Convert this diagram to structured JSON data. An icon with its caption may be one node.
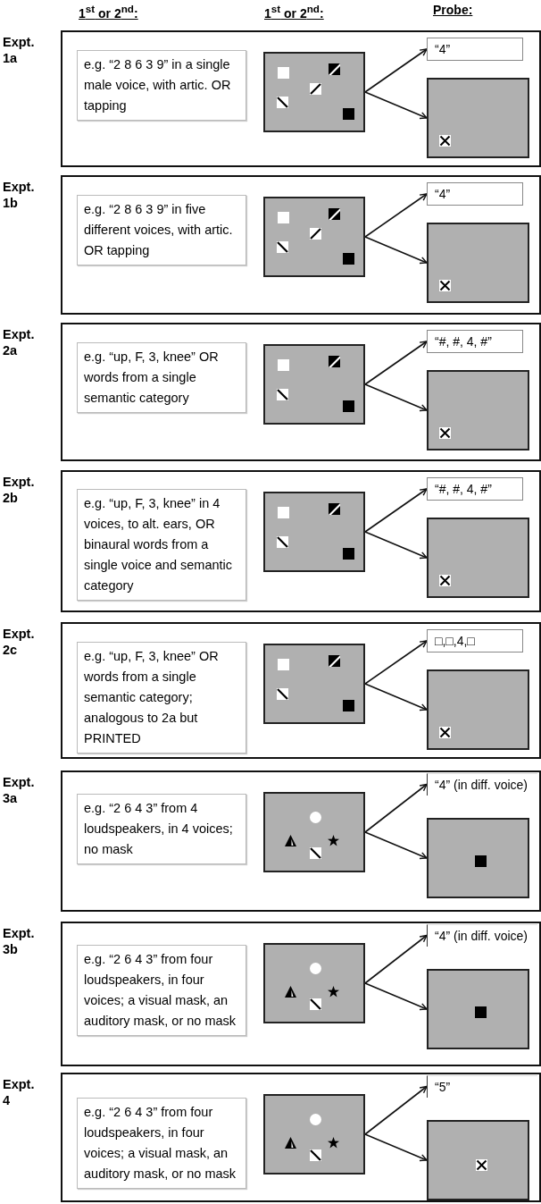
{
  "diagram": {
    "nodes": [
      {
        "text": [
          "Expt. 1a"
        ]
      },
      {
        "text": [
          "e.g. “2 8 6 3 9” in a single male voice, with artic. OR tapping"
        ],
        "in": 0
      },
      {
        "text": [],
        "shape": "box",
        "in": 0
      },
      {
        "text": [
          "“4”"
        ],
        "in": 0
      },
      {
        "text": [],
        "shape": "box",
        "in": 0
      },
      {
        "text": [
          "Expt. 1b"
        ]
      },
      {
        "text": [
          "e.g. “2 8 6 3 9” in five different voices, with artic. OR tapping"
        ],
        "in": 5
      },
      {
        "text": [],
        "shape": "box",
        "in": 5
      },
      {
        "text": [
          "“4”"
        ],
        "in": 5
      },
      {
        "text": [],
        "shape": "box",
        "in": 5
      },
      {
        "text": [
          "Expt. 2a"
        ]
      },
      {
        "text": [
          "e.g. “up, F, 3, knee” OR words from a single semantic category"
        ],
        "in": 10
      },
      {
        "text": [],
        "shape": "box",
        "in": 10
      },
      {
        "text": [
          "“#, #, 4, #”"
        ],
        "in": 10
      },
      {
        "text": [],
        "shape": "box",
        "in": 10
      },
      {
        "text": [
          "Expt. 2b"
        ]
      },
      {
        "text": [
          "e.g. “up, F, 3, knee” in 4 voices, to alt. ears, OR binaural words from a single voice and semantic category"
        ],
        "in": 15
      },
      {
        "text": [],
        "shape": "box",
        "in": 15
      },
      {
        "text": [
          "“#, #, 4, #”"
        ],
        "in": 15
      },
      {
        "text": [],
        "shape": "box",
        "in": 15
      },
      {
        "text": [
          "Expt. 2c"
        ]
      },
      {
        "text": [
          "e.g. “up, F, 3, knee” OR words from a single semantic category; analogous to 2a but PRINTED"
        ],
        "in": 20
      },
      {
        "text": [],
        "shape": "box",
        "in": 20
      },
      {
        "text": [
          "□,□,4,□"
        ],
        "in": 20
      },
      {
        "text": [],
        "shape": "box",
        "in": 20
      },
      {
        "text": [
          "Expt. 3a"
        ]
      },
      {
        "text": [
          "e.g. “2 6 4 3” from 4 loudspeakers, in 4 voices; no mask"
        ],
        "in": 25
      },
      {
        "text": [],
        "shape": "box",
        "in": 25
      },
      {
        "text": [
          "“4” (in diff. voice)"
        ],
        "in": 25
      },
      {
        "text": [],
        "shape": "box",
        "in": 25
      },
      {
        "text": [
          "Expt. 3b"
        ]
      },
      {
        "text": [
          "e.g. “2 6 4 3” from four loudspeakers, in four voices; a visual mask, an auditory mask, or no mask"
        ],
        "in": 30
      },
      {
        "text": [],
        "shape": "box",
        "in": 30
      },
      {
        "text": [
          "“4” (in diff. voice)"
        ],
        "in": 30
      },
      {
        "text": [],
        "shape": "box",
        "in": 30
      },
      {
        "text": [
          "Expt. 4"
        ]
      },
      {
        "text": [
          "e.g. “2 6 4 3” from four loudspeakers, in four voices; a visual mask, an auditory mask, or no mask"
        ],
        "in": 35
      },
      {
        "text": [],
        "shape": "box",
        "in": 35
      },
      {
        "text": [
          "“5”"
        ],
        "in": 35
      },
      {
        "text": [],
        "shape": "box",
        "in": 35
      }
    ],
    "edges": [
      {
        "from": 2,
        "to": 3,
        "arrow": "to"
      },
      {
        "from": 2,
        "to": 4,
        "arrow": "to"
      },
      {
        "from": 7,
        "to": 8,
        "arrow": "to"
      },
      {
        "from": 7,
        "to": 9,
        "arrow": "to"
      },
      {
        "from": 12,
        "to": 13,
        "arrow": "to"
      },
      {
        "from": 12,
        "to": 14,
        "arrow": "to"
      },
      {
        "from": 17,
        "to": 18,
        "arrow": "to"
      },
      {
        "from": 17,
        "to": 19,
        "arrow": "to"
      },
      {
        "from": 22,
        "to": 23,
        "arrow": "to"
      },
      {
        "from": 22,
        "to": 24,
        "arrow": "to"
      },
      {
        "from": 27,
        "to": 28,
        "arrow": "to"
      },
      {
        "from": 27,
        "to": 29,
        "arrow": "to"
      },
      {
        "from": 32,
        "to": 33,
        "arrow": "to"
      },
      {
        "from": 32,
        "to": 34,
        "arrow": "to"
      },
      {
        "from": 37,
        "to": 38,
        "arrow": "to"
      },
      {
        "from": 37,
        "to": 39,
        "arrow": "to"
      }
    ],
    "labels": [
      "1$^{st}$ or 2$^{nd}$:",
      "1$^{st}$ or 2$^{nd}$:",
      "Probe:"
    ]
  }
}
